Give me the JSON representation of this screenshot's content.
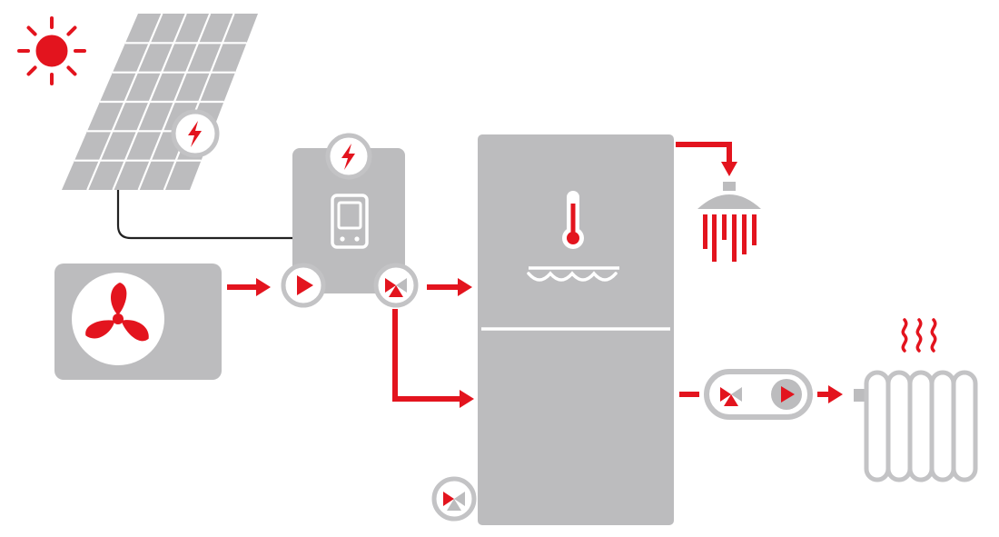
{
  "colors": {
    "accent_red": "#E3141E",
    "component_gray": "#BCBCBE",
    "outline_gray": "#BDBDBF",
    "ring_gray": "#C3C3C5",
    "light_fill": "#FFFFFF",
    "cable": "#222222"
  },
  "icons": {
    "sun": "sun-icon",
    "solar_panel": "solar-panel-icon",
    "lightning": "lightning-icon",
    "controller": "controller-display-icon",
    "fan": "fan-icon",
    "pump": "pump-icon",
    "valve": "three-way-valve-icon",
    "thermometer": "thermometer-icon",
    "water": "water-waves-icon",
    "shower": "shower-icon",
    "radiator": "radiator-icon",
    "heat": "heat-waves-icon"
  },
  "components": [
    "solar-panel",
    "inverter-controller",
    "heat-pump-outdoor-unit",
    "storage-tank",
    "shower",
    "radiator",
    "heating-circuit-pump-group"
  ]
}
